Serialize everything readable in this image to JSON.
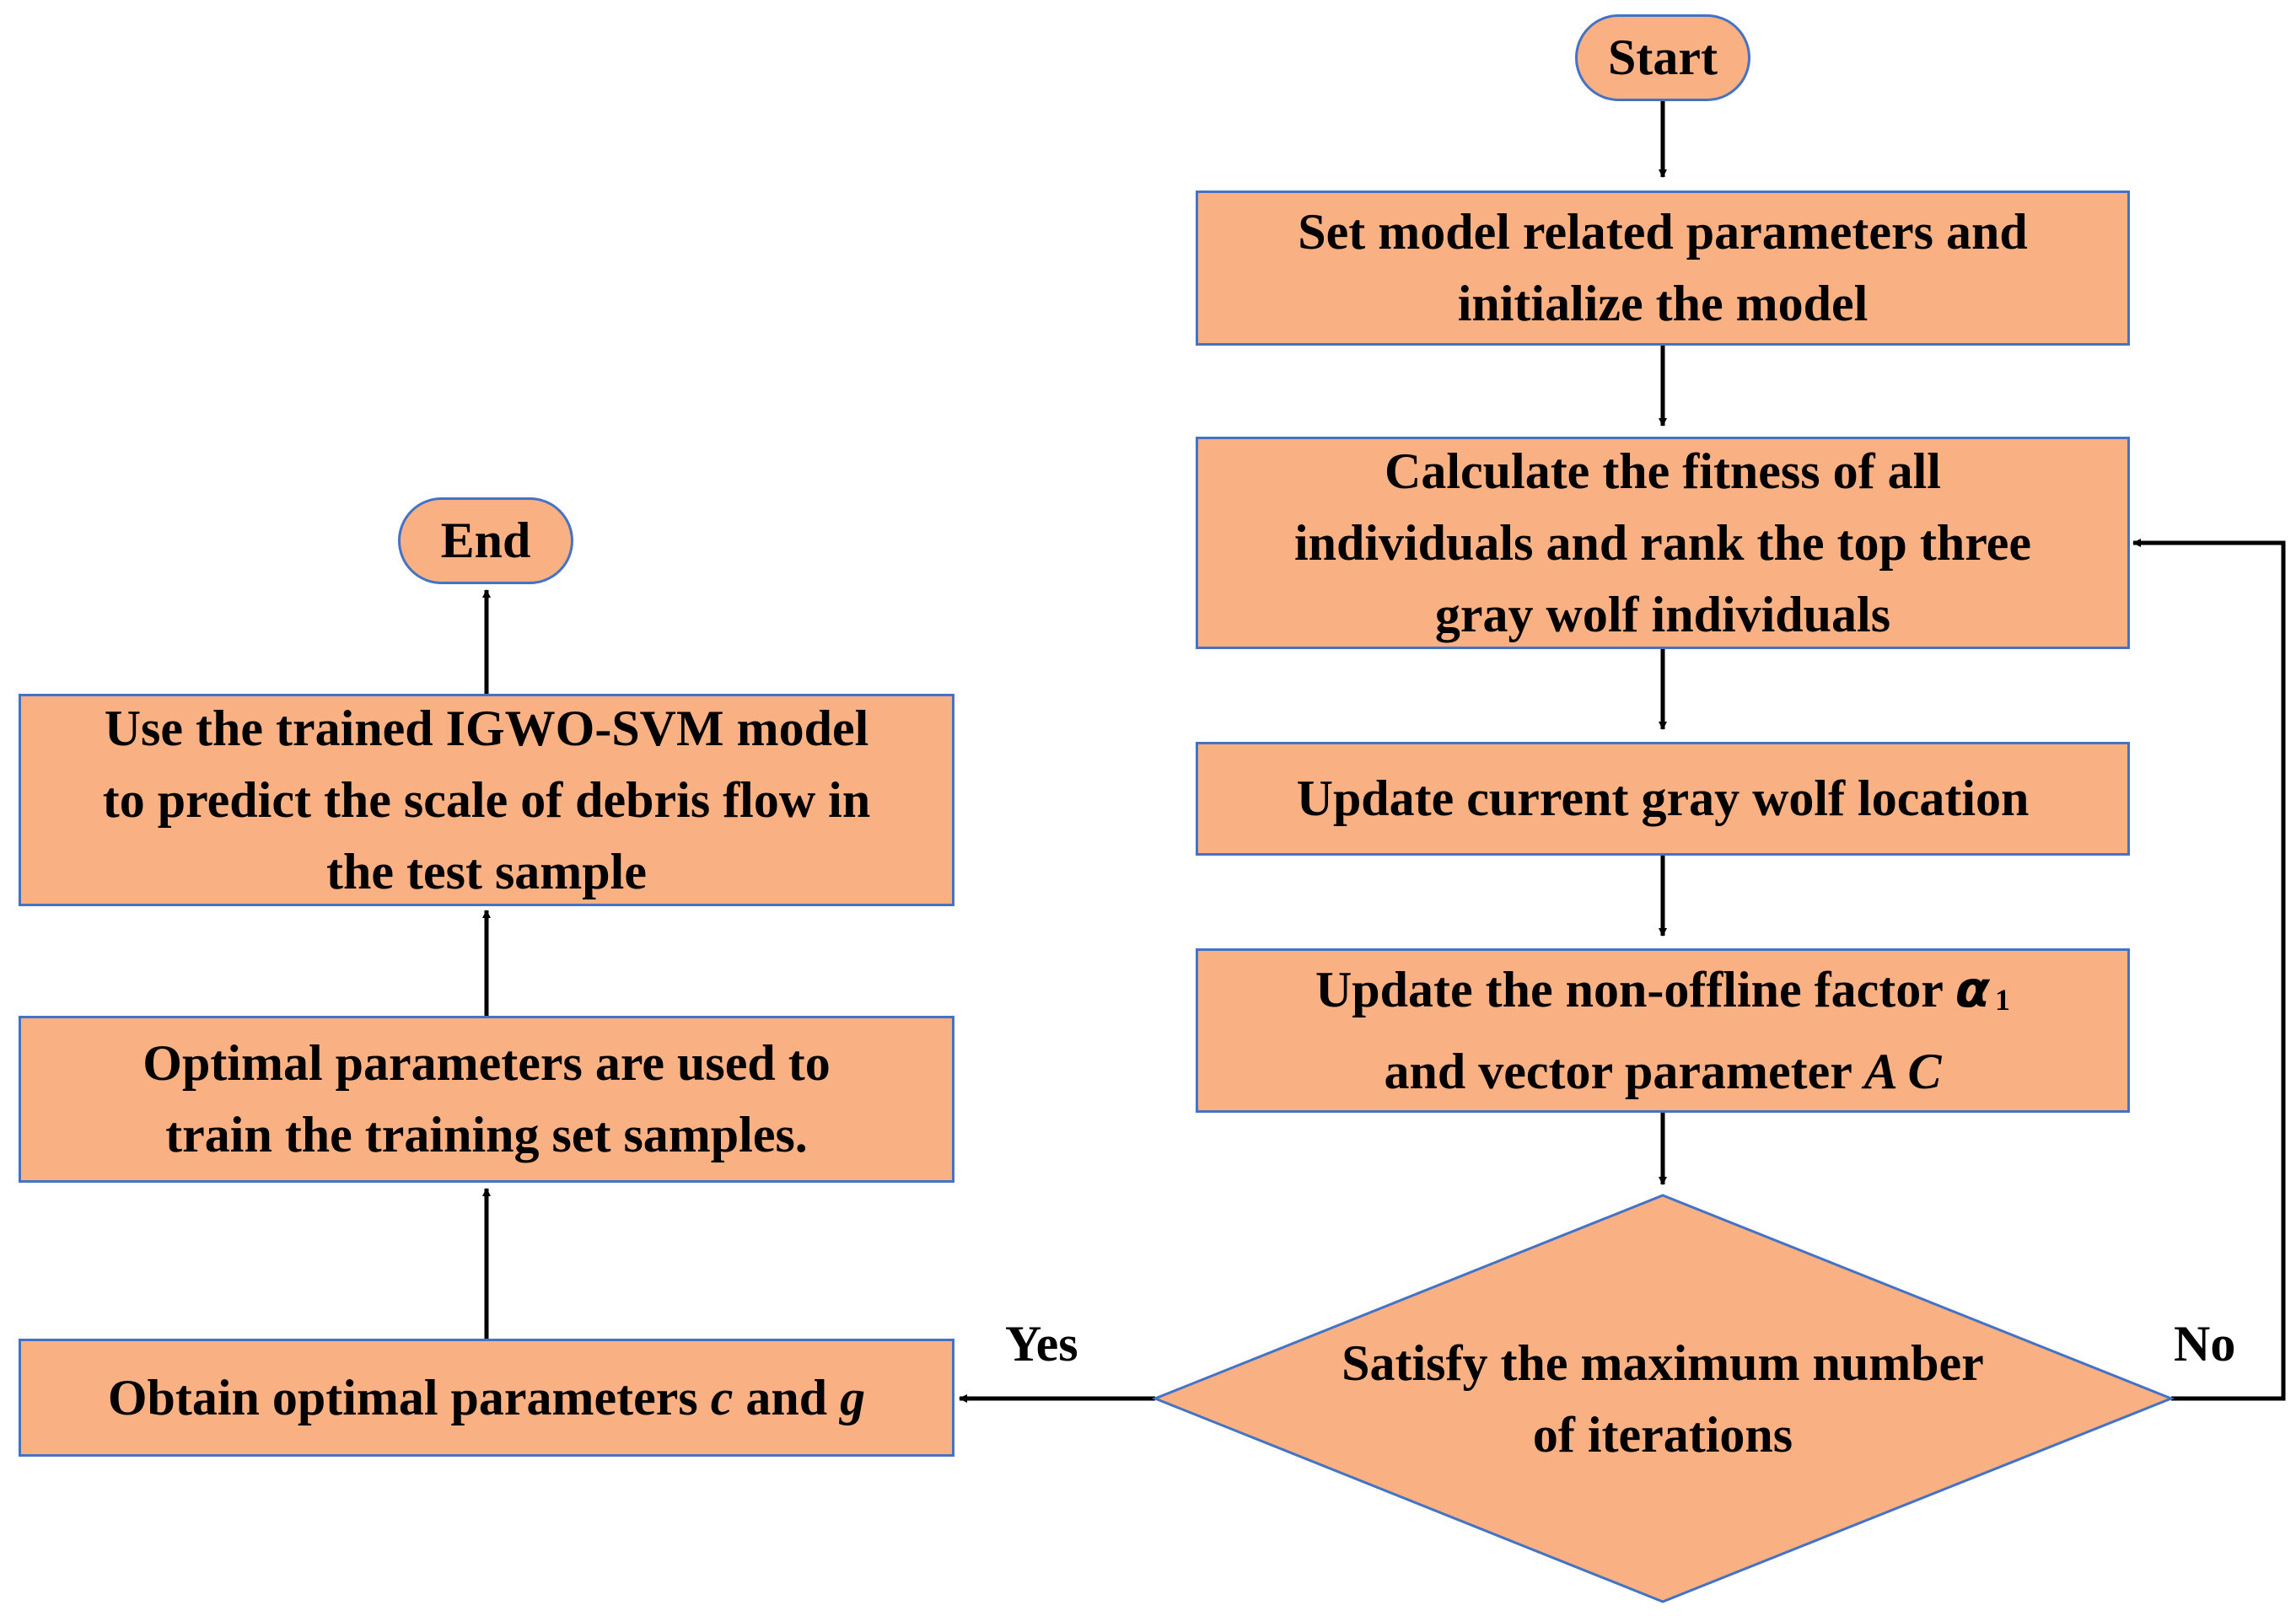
{
  "colors": {
    "box_fill": "#F9B183",
    "box_border": "#4472C4",
    "arrow": "#000000"
  },
  "nodes": {
    "start": {
      "text": "Start"
    },
    "set_params": {
      "line1": "Set model related parameters and",
      "line2": "initialize the model"
    },
    "fitness": {
      "line1": "Calculate the fitness of all",
      "line2": "individuals and rank the top three",
      "line3": "gray wolf individuals"
    },
    "update_location": {
      "text": "Update current gray wolf location"
    },
    "update_factor": {
      "line1_prefix": "Update the non-offline factor ",
      "symbol": "α",
      "subscript": "1",
      "line2_prefix": "and vector parameter ",
      "vector_vars": "A C"
    },
    "decision": {
      "line1": "Satisfy the maximum number",
      "line2": "of iterations"
    },
    "obtain_optimal": {
      "prefix": "Obtain optimal parameters ",
      "var_c": "c",
      "mid": " and ",
      "var_g": "g"
    },
    "train": {
      "line1": "Optimal parameters are used to",
      "line2": "train the training set samples."
    },
    "predict": {
      "line1": "Use the trained IGWO-SVM model",
      "line2": "to predict the scale of debris flow in",
      "line3": "the test sample"
    },
    "end": {
      "text": "End"
    }
  },
  "edge_labels": {
    "yes": "Yes",
    "no": "No"
  }
}
